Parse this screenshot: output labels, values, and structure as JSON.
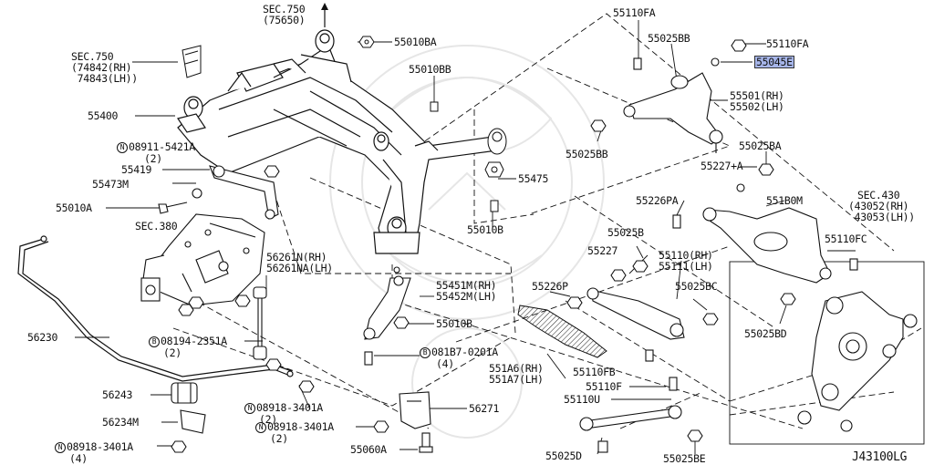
{
  "diagram_id": "J43100LG",
  "labels": {
    "sec750_top": "SEC.750",
    "sec750_top_ref": "(75650)",
    "l55010BA": "55010BA",
    "l55010BB": "55010BB",
    "sec750_left": "SEC.750",
    "sec750_left_rh": "(74842(RH)",
    "sec750_left_lh": " 74843(LH))",
    "l55400": "55400",
    "n08911_code": "08911-5421A",
    "n08911_qty": "(2)",
    "l55419": "55419",
    "l55473M": "55473M",
    "l55010A": "55010A",
    "sec380": "SEC.380",
    "l56230": "56230",
    "l56261_rh": "56261N(RH)",
    "l56261_lh": "56261NA(LH)",
    "b08194_code": "08194-2351A",
    "b08194_qty": "(2)",
    "l56243": "56243",
    "l56234M": "56234M",
    "n08918_a_code": "08918-3401A",
    "n08918_a_qty": "(4)",
    "n08918_b_code": "08918-3401A",
    "n08918_b_qty": "(2)",
    "n08918_c_code": "08918-3401A",
    "n08918_c_qty": "(2)",
    "l55060A": "55060A",
    "l56271": "56271",
    "l55475": "55475",
    "l55010B_top": "55010B",
    "l55451_rh": "55451M(RH)",
    "l55452_lh": "55452M(LH)",
    "l55010B_mid": "55010B",
    "b081B7_code": "081B7-0201A",
    "b081B7_qty": "(4)",
    "l551A6_rh": "551A6(RH)",
    "l551A7_lh": "551A7(LH)",
    "l55110FB": "55110FB",
    "l55110F": "55110F",
    "l55110U": "55110U",
    "l55025D": "55025D",
    "l55025BE": "55025BE",
    "l55110FA_top": "55110FA",
    "l55025BB_top": "55025BB",
    "l55110FA_right": "55110FA",
    "l55045E": "55045E",
    "l55501_rh": "55501(RH)",
    "l55502_lh": "55502(LH)",
    "l55025BB_left": "55025BB",
    "l55025BA": "55025BA",
    "l55227A": "55227+A",
    "l55226PA": "55226PA",
    "l551B0M": "551B0M",
    "sec430": "SEC.430",
    "sec430_rh": "(43052(RH)",
    "sec430_lh": " 43053(LH))",
    "l55025B": "55025B",
    "l55227": "55227",
    "l55110_rh": "55110(RH)",
    "l55111_lh": "55111(LH)",
    "l55110FC": "55110FC",
    "l55226P": "55226P",
    "l55025BC": "55025BC",
    "l55025BD": "55025BD"
  },
  "symbols": {
    "n": "N",
    "b": "B"
  },
  "colors": {
    "highlight": "#a7b6ea",
    "line": "#111111",
    "watermark": "#e4e4e4"
  }
}
